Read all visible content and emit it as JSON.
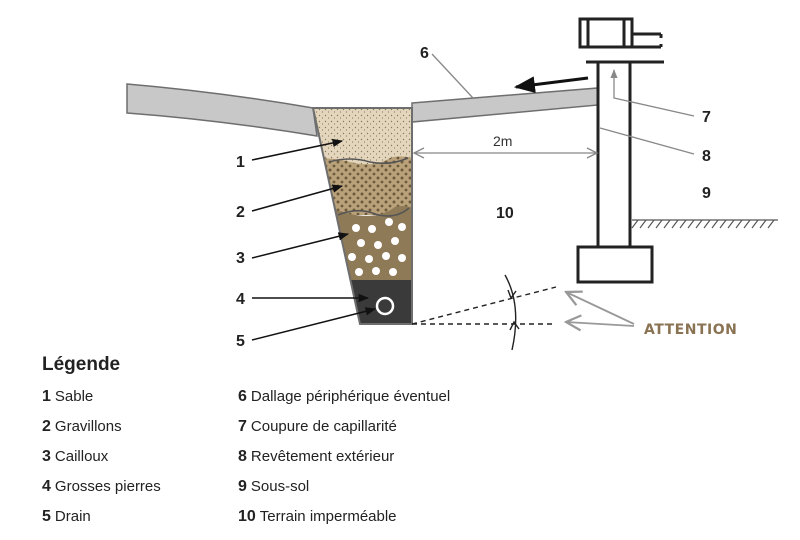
{
  "diagram": {
    "labels": {
      "n1": "1",
      "n2": "2",
      "n3": "3",
      "n4": "4",
      "n5": "5",
      "n6": "6",
      "n7": "7",
      "n8": "8",
      "n9": "9",
      "n10": "10"
    },
    "dimension": "2m",
    "warning": "ATTENTION"
  },
  "colors": {
    "slab": "#c8c8c8",
    "outline": "#6e6e6e",
    "sand": "#e3d6bd",
    "gravel": "#b9a27a",
    "stones": "#8f7a58",
    "big_stones": "#3a3a3a",
    "attention": "#8a7352"
  },
  "legend": {
    "title": "Légende",
    "left": [
      {
        "num": "1",
        "text": "Sable"
      },
      {
        "num": "2",
        "text": "Gravillons"
      },
      {
        "num": "3",
        "text": "Cailloux"
      },
      {
        "num": "4",
        "text": "Grosses pierres"
      },
      {
        "num": "5",
        "text": "Drain"
      }
    ],
    "right": [
      {
        "num": "6",
        "text": "Dallage périphérique éventuel"
      },
      {
        "num": "7",
        "text": "Coupure de capillarité"
      },
      {
        "num": "8",
        "text": "Revêtement extérieur"
      },
      {
        "num": "9",
        "text": "Sous-sol"
      },
      {
        "num": "10",
        "text": "Terrain imperméable"
      }
    ]
  }
}
